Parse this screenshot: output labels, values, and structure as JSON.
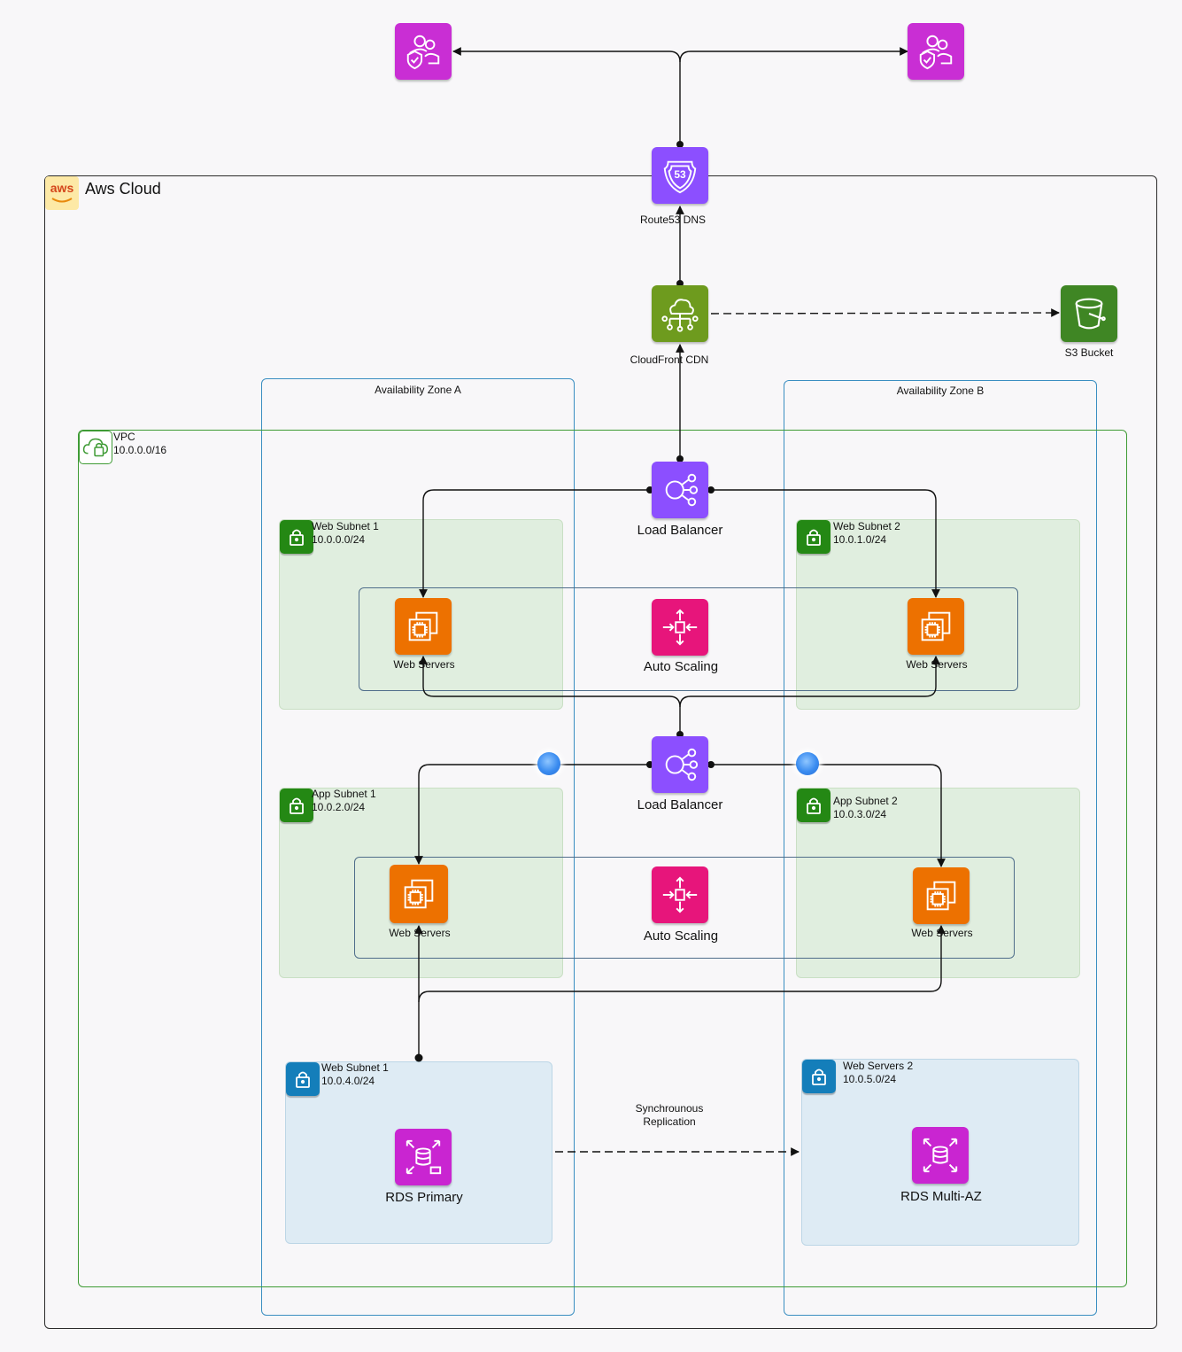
{
  "cloud": {
    "label": "Aws Cloud",
    "logo_text": "aws"
  },
  "route53": {
    "label": "Route53 DNS",
    "badge": "53"
  },
  "cloudfront": {
    "label": "CloudFront CDN"
  },
  "s3": {
    "label": "S3 Bucket"
  },
  "az_a": {
    "label": "Availability Zone A"
  },
  "az_b": {
    "label": "Availability Zone B"
  },
  "vpc": {
    "name": "VPC",
    "cidr": "10.0.0.0/16"
  },
  "load_balancer_top": {
    "label": "Load Balancer"
  },
  "load_balancer_mid": {
    "label": "Load Balancer"
  },
  "web_subnet_1": {
    "name": "Web Subnet 1",
    "cidr": "10.0.0.0/24"
  },
  "web_subnet_2": {
    "name": "Web Subnet 2",
    "cidr": "10.0.1.0/24"
  },
  "app_subnet_1": {
    "name": "App Subnet 1",
    "cidr": "10.0.2.0/24"
  },
  "app_subnet_2": {
    "name": "App Subnet 2",
    "cidr": "10.0.3.0/24"
  },
  "db_subnet_1": {
    "name": "Web Subnet 1",
    "cidr": "10.0.4.0/24"
  },
  "db_subnet_2": {
    "name": "Web Servers 2",
    "cidr": "10.0.5.0/24"
  },
  "ec2": {
    "web_a": "Web Servers",
    "web_b": "Web Servers",
    "app_a": "Web Servers",
    "app_b": "Web Servers"
  },
  "autoscaling_top": {
    "label": "Auto Scaling"
  },
  "autoscaling_mid": {
    "label": "Auto Scaling"
  },
  "rds_primary": {
    "label": "RDS Primary"
  },
  "rds_replica": {
    "label": "RDS Multi-AZ"
  },
  "replication": {
    "line1": "Synchrounous",
    "line2": "Replication"
  },
  "colors": {
    "users": "#c92ed4",
    "route53": "#8c4fff",
    "cloudfront": "#6e9b1e",
    "s3": "#3f8624",
    "elb": "#8c4fff",
    "ec2": "#ed7100",
    "autoscaling": "#e7157b",
    "rds": "#c925d1",
    "lock_green": "#248814",
    "lock_blue": "#147eba"
  }
}
